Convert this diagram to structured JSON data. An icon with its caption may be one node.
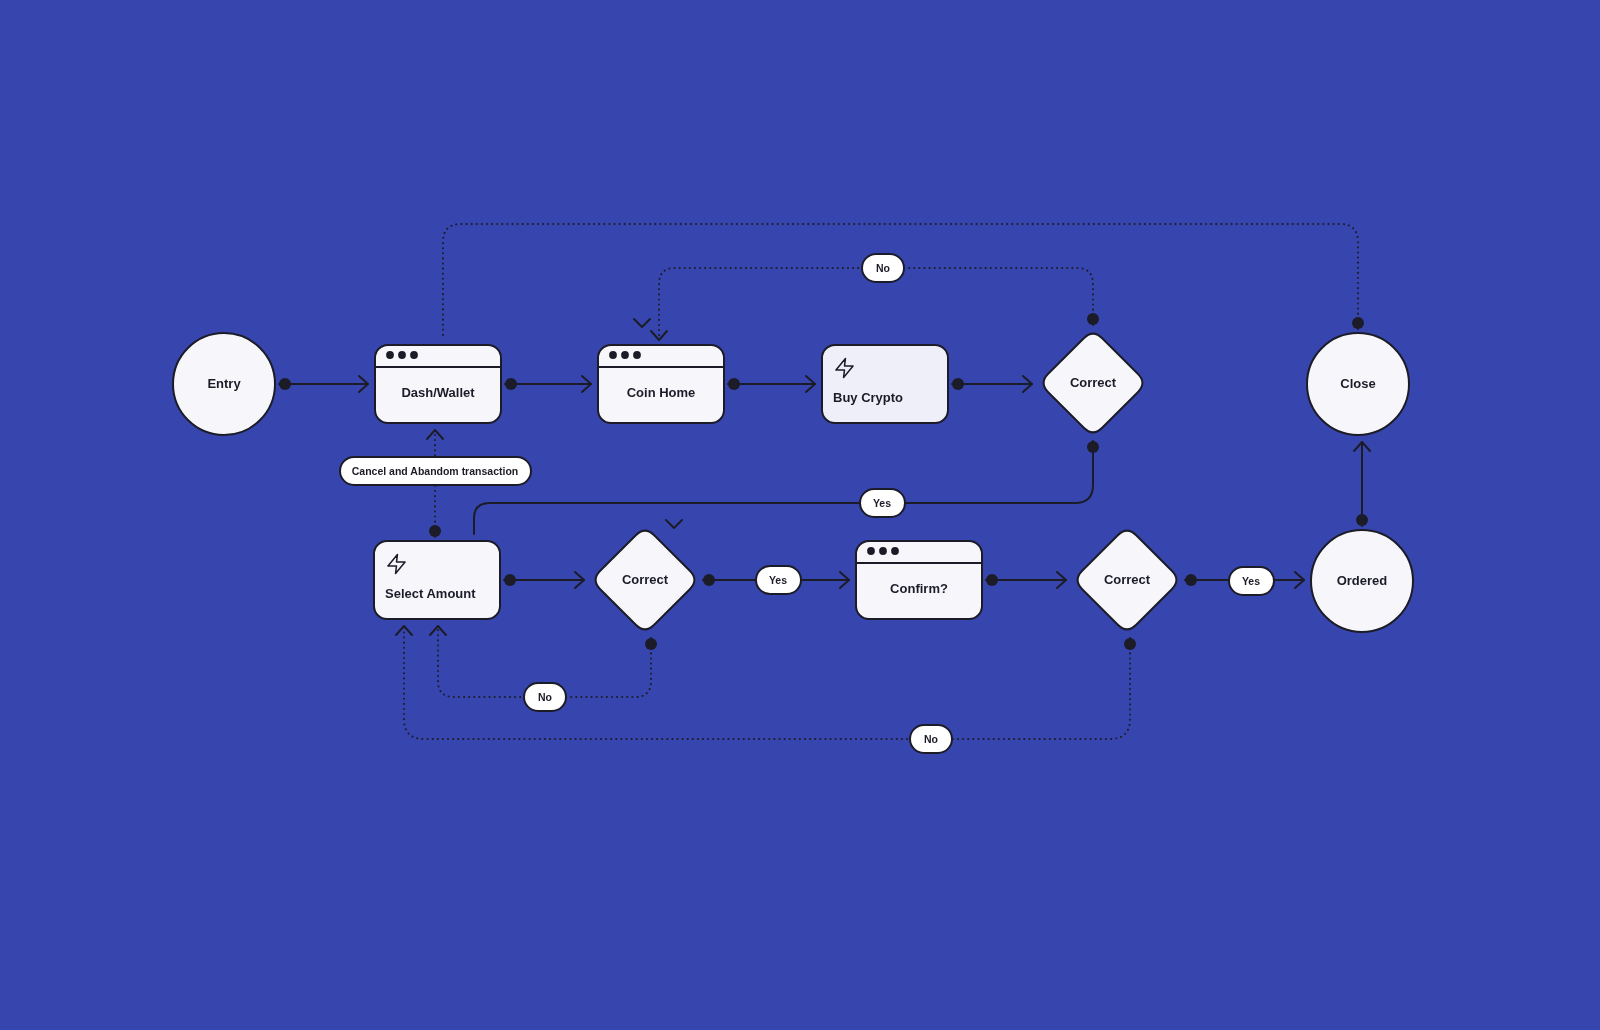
{
  "diagram": {
    "nodes": [
      {
        "text": [
          "Entry"
        ]
      },
      {
        "text": [
          "Dash/Wallet"
        ]
      },
      {
        "text": [
          "Coin Home"
        ]
      },
      {
        "text": [
          "Buy Crypto"
        ]
      },
      {
        "text": [
          "Correct"
        ]
      },
      {
        "text": [
          "Close"
        ]
      },
      {
        "text": [
          "Select Amount"
        ]
      },
      {
        "text": [
          "Correct"
        ]
      },
      {
        "text": [
          "Confirm?"
        ]
      },
      {
        "text": [
          "Correct"
        ]
      },
      {
        "text": [
          "Ordered"
        ]
      }
    ],
    "edges": [
      {
        "from": 0,
        "to": 1,
        "arrow": "to"
      },
      {
        "from": 1,
        "to": 2,
        "arrow": "to"
      },
      {
        "from": 2,
        "to": 3,
        "arrow": "to"
      },
      {
        "from": 3,
        "to": 4,
        "arrow": "to"
      },
      {
        "from": 4,
        "to": 2,
        "arrow": "to",
        "label": "No",
        "style": "dashed"
      },
      {
        "from": 5,
        "to": 1,
        "arrow": "other",
        "style": "dashed"
      },
      {
        "from": 6,
        "to": 1,
        "arrow": "to",
        "label": "Cancel and Abandom transaction",
        "style": "dashed"
      },
      {
        "from": 4,
        "to": 6,
        "arrow": "other",
        "label": "Yes"
      },
      {
        "from": 6,
        "to": 7,
        "arrow": "to"
      },
      {
        "from": 7,
        "to": 8,
        "arrow": "to",
        "label": "Yes"
      },
      {
        "from": 8,
        "to": 9,
        "arrow": "to"
      },
      {
        "from": 9,
        "to": 10,
        "arrow": "to",
        "label": "Yes"
      },
      {
        "from": 7,
        "to": 6,
        "arrow": "to",
        "label": "No",
        "style": "dashed"
      },
      {
        "from": 9,
        "to": 6,
        "arrow": "to",
        "label": "No",
        "style": "dashed"
      },
      {
        "from": 10,
        "to": 5,
        "arrow": "to"
      }
    ]
  }
}
